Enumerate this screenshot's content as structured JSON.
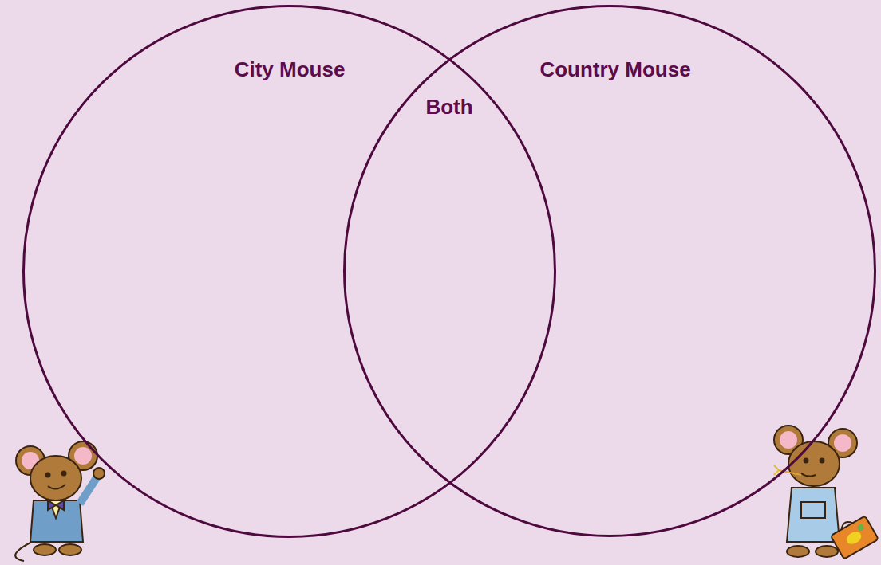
{
  "diagram": {
    "nodes": [
      {
        "text": [
          "City Mouse"
        ]
      },
      {
        "text": [
          "Country Mouse"
        ]
      }
    ],
    "labels": [
      "Both"
    ]
  }
}
